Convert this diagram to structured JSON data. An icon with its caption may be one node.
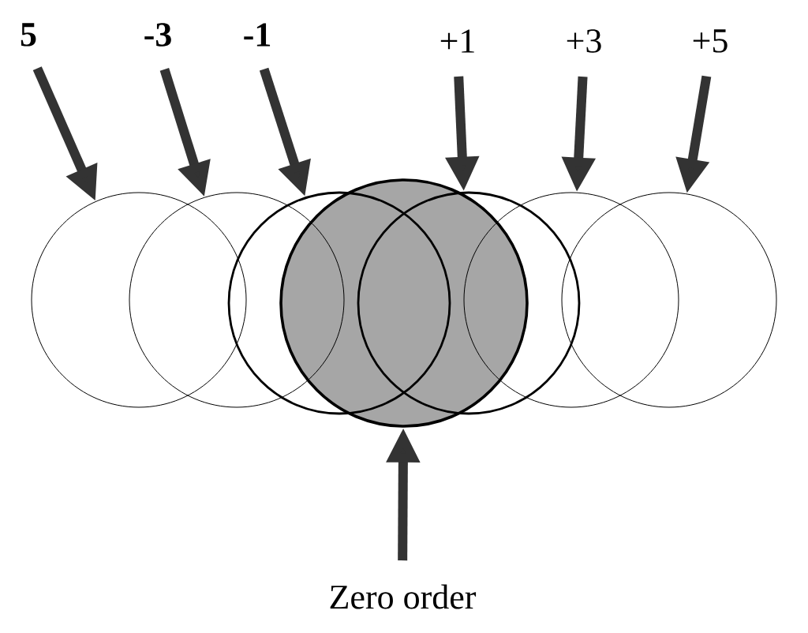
{
  "diagram": {
    "nodes": [
      {
        "text": [
          "5"
        ]
      },
      {
        "text": [
          "-3"
        ]
      },
      {
        "text": [
          "-1"
        ]
      },
      {
        "text": [
          "+1"
        ]
      },
      {
        "text": [
          "+3"
        ]
      },
      {
        "text": [
          "+5"
        ]
      },
      {
        "text": [],
        "shape": "circle"
      },
      {
        "text": [],
        "shape": "circle"
      },
      {
        "text": [],
        "shape": "circle"
      },
      {
        "text": [],
        "shape": "circle"
      },
      {
        "text": [],
        "shape": "circle"
      },
      {
        "text": [],
        "shape": "circle"
      },
      {
        "text": [],
        "shape": "circle"
      },
      {
        "text": [
          "Zero order"
        ]
      }
    ],
    "edges": [
      {
        "from": 0,
        "to": 6,
        "arrow": "to"
      },
      {
        "from": 1,
        "to": 7,
        "arrow": "to"
      },
      {
        "from": 2,
        "to": 8,
        "arrow": "to"
      },
      {
        "from": 3,
        "to": 10,
        "arrow": "to"
      },
      {
        "from": 4,
        "to": 11,
        "arrow": "to"
      },
      {
        "from": 5,
        "to": 12,
        "arrow": "to"
      },
      {
        "from": 13,
        "to": 9,
        "arrow": "to"
      }
    ]
  }
}
